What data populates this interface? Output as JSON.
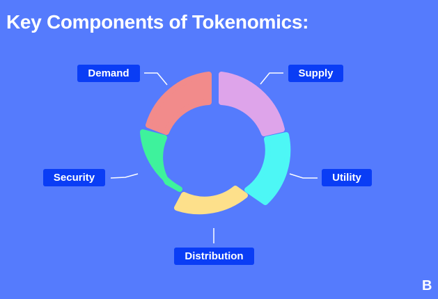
{
  "title": "Key Components of Tokenomics:",
  "components": [
    {
      "label": "Demand",
      "color": "#f28b8b"
    },
    {
      "label": "Supply",
      "color": "#dea4ea"
    },
    {
      "label": "Utility",
      "color": "#4df7f5"
    },
    {
      "label": "Distribution",
      "color": "#fde08b"
    },
    {
      "label": "Security",
      "color": "#3ef29c"
    }
  ],
  "colors": {
    "background": "#557bfd",
    "label_bg": "#0a3df5"
  },
  "logo": "B"
}
